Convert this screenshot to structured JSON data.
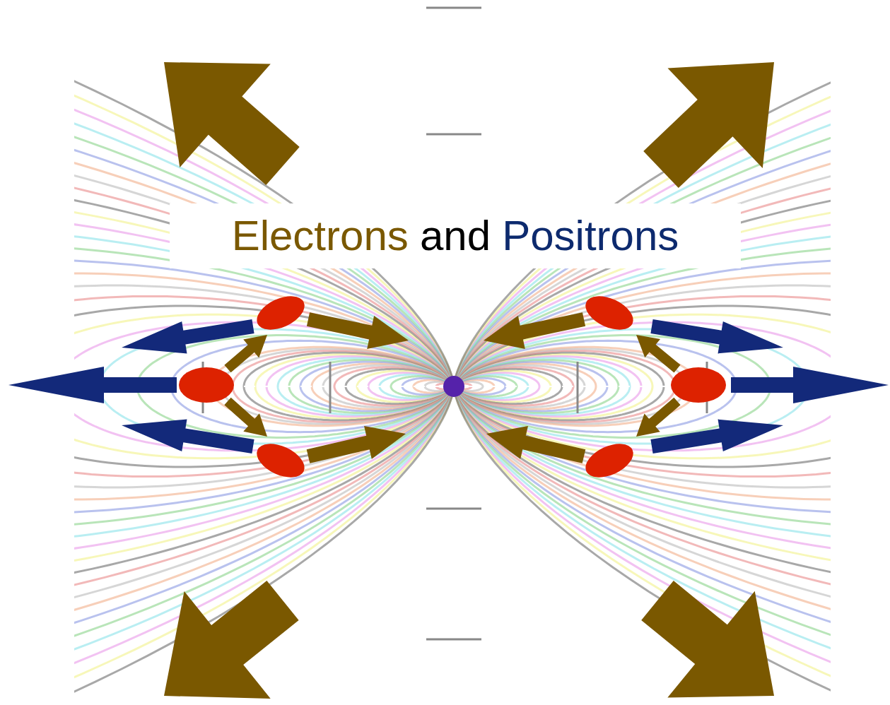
{
  "diagram": {
    "labels": [
      "Electrons",
      "and",
      "Positrons"
    ]
  }
}
